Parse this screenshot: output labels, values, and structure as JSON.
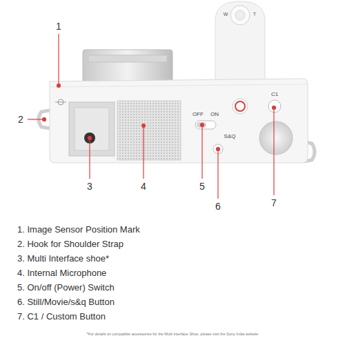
{
  "diagram": {
    "labels": [
      "1",
      "2",
      "3",
      "4",
      "5",
      "6",
      "7",
      "W",
      "T",
      "OFF",
      "ON",
      "S&Q",
      "C1",
      "1. Image Sensor Position Mark",
      "2. Hook for Shoulder Strap",
      "3. Multi Interface shoe*",
      "4. Internal Microphone",
      "5. On/off (Power) Switch",
      "6. Still/Movie/s&q Button",
      "7. C1 / Custom Button",
      "*For details on compatible accessories for the Multi Interface Shoe, please visit the Sony India website"
    ]
  }
}
